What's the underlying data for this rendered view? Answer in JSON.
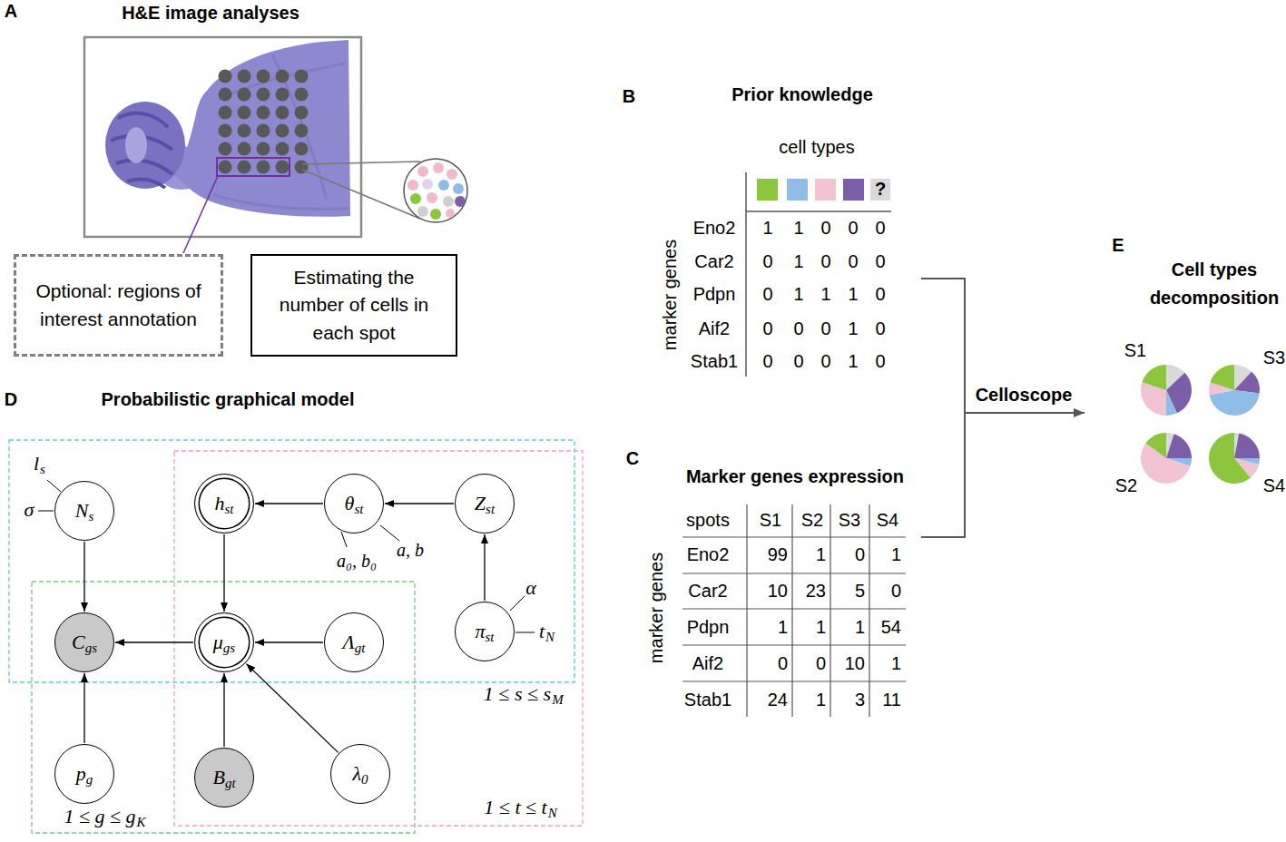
{
  "diagram": {
    "nodes": [
      {
        "text": [
          "Optional: regions of interest annotation"
        ]
      },
      {
        "text": [
          "Estimating the number of cells in each spot"
        ]
      },
      {
        "text": [
          "N",
          "s"
        ]
      },
      {
        "text": [
          "h",
          "st"
        ]
      },
      {
        "text": [
          "θ",
          "st"
        ]
      },
      {
        "text": [
          "Z",
          "st"
        ]
      },
      {
        "text": [
          "C",
          "gs"
        ]
      },
      {
        "text": [
          "μ",
          "gs"
        ]
      },
      {
        "text": [
          "Λ",
          "gt"
        ]
      },
      {
        "text": [
          "π",
          "st"
        ]
      },
      {
        "text": [
          "p",
          "g"
        ]
      },
      {
        "text": [
          "B",
          "gt"
        ]
      },
      {
        "text": [
          "λ",
          "0"
        ]
      }
    ],
    "edges": [
      {
        "from": 2,
        "to": 6,
        "arrow": "to"
      },
      {
        "from": 4,
        "to": 3,
        "arrow": "to"
      },
      {
        "from": 5,
        "to": 4,
        "arrow": "to"
      },
      {
        "from": 9,
        "to": 5,
        "arrow": "to"
      },
      {
        "from": 3,
        "to": 7,
        "arrow": "to"
      },
      {
        "from": 7,
        "to": 6,
        "arrow": "to"
      },
      {
        "from": 8,
        "to": 7,
        "arrow": "to"
      },
      {
        "from": 10,
        "to": 6,
        "arrow": "to"
      },
      {
        "from": 11,
        "to": 7,
        "arrow": "to"
      },
      {
        "from": 12,
        "to": 7,
        "arrow": "to"
      }
    ],
    "labels": [
      "A",
      "H&E image analyses",
      "B",
      "Prior knowledge",
      "cell types",
      "?",
      "marker genes",
      "Eno2",
      "1",
      "1",
      "0",
      "0",
      "0",
      "Car2",
      "0",
      "1",
      "0",
      "0",
      "0",
      "Pdpn",
      "0",
      "1",
      "1",
      "1",
      "0",
      "Aif2",
      "0",
      "0",
      "0",
      "1",
      "0",
      "Stab1",
      "0",
      "0",
      "0",
      "1",
      "0",
      "C",
      "Marker genes expression",
      "spots",
      "S1",
      "S2",
      "S3",
      "S4",
      "marker genes",
      "Eno2",
      "99",
      "1",
      "0",
      "1",
      "Car2",
      "10",
      "23",
      "5",
      "0",
      "Pdpn",
      "1",
      "1",
      "1",
      "54",
      "Aif2",
      "0",
      "0",
      "10",
      "1",
      "Stab1",
      "24",
      "1",
      "3",
      "11",
      "Celloscope",
      "E",
      "Cell types decomposition",
      "S1",
      "S3",
      "S2",
      "S4",
      "D",
      "Probabilistic graphical model",
      "l",
      "s",
      "σ",
      "a₀, b₀",
      "a, b",
      "α",
      "t",
      "N",
      "1 ≤ s ≤ s",
      "M",
      "1 ≤ t ≤ t",
      "N",
      "1 ≤ g ≤ g",
      "K"
    ]
  }
}
